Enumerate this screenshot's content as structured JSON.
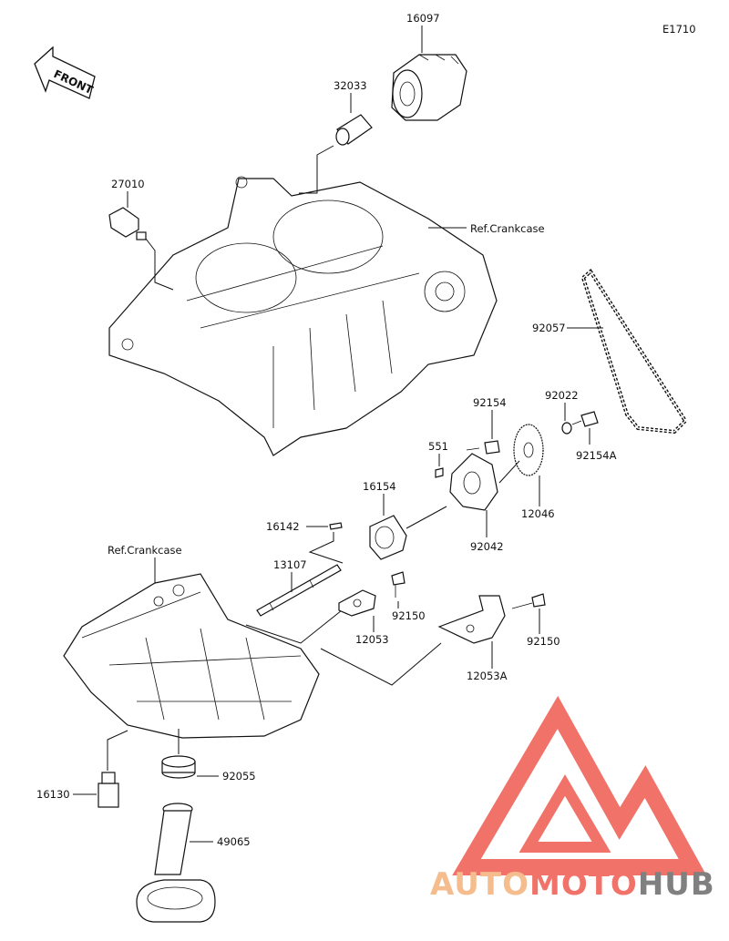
{
  "diagram_code": "E1710",
  "front_label": "FRONT",
  "refs": {
    "crankcase_upper": "Ref.Crankcase",
    "crankcase_lower": "Ref.Crankcase"
  },
  "parts": [
    {
      "id": "p16097",
      "label": "16097"
    },
    {
      "id": "p32033",
      "label": "32033"
    },
    {
      "id": "p27010",
      "label": "27010"
    },
    {
      "id": "p92057",
      "label": "92057"
    },
    {
      "id": "p92154",
      "label": "92154"
    },
    {
      "id": "p92022",
      "label": "92022"
    },
    {
      "id": "p551",
      "label": "551"
    },
    {
      "id": "p92154A",
      "label": "92154A"
    },
    {
      "id": "p16154",
      "label": "16154"
    },
    {
      "id": "p12046",
      "label": "12046"
    },
    {
      "id": "p92042",
      "label": "92042"
    },
    {
      "id": "p16142",
      "label": "16142"
    },
    {
      "id": "p13107",
      "label": "13107"
    },
    {
      "id": "p92150a",
      "label": "92150"
    },
    {
      "id": "p12053",
      "label": "12053"
    },
    {
      "id": "p92150b",
      "label": "92150"
    },
    {
      "id": "p12053A",
      "label": "12053A"
    },
    {
      "id": "p92055",
      "label": "92055"
    },
    {
      "id": "p16130",
      "label": "16130"
    },
    {
      "id": "p49065",
      "label": "49065"
    }
  ],
  "watermark": {
    "part1": "AUTO",
    "part2": "MOTO",
    "part3": "HUB"
  },
  "colors": {
    "watermark_red": "#ee5a4f",
    "watermark_orange": "#f4b27a",
    "watermark_gray": "#6b6b6b",
    "line": "#111111"
  }
}
